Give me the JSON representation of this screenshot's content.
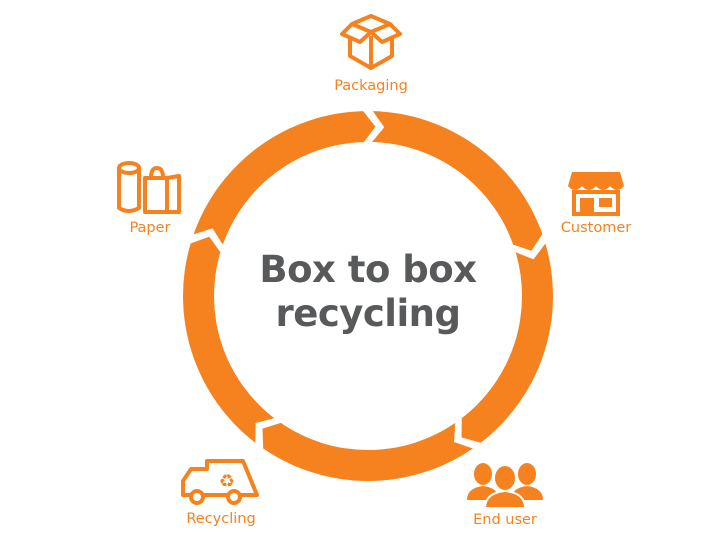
{
  "title_line1": "Box to box",
  "title_line2": "recycling",
  "accent_color": "#F5821F",
  "text_color": "#58595B",
  "nodes": [
    {
      "label": "Packaging",
      "icon": "open-box-icon"
    },
    {
      "label": "Customer",
      "icon": "store-icon"
    },
    {
      "label": "End user",
      "icon": "users-icon"
    },
    {
      "label": "Recycling",
      "icon": "recycling-truck-icon"
    },
    {
      "label": "Paper",
      "icon": "paper-roll-bag-icon"
    }
  ]
}
